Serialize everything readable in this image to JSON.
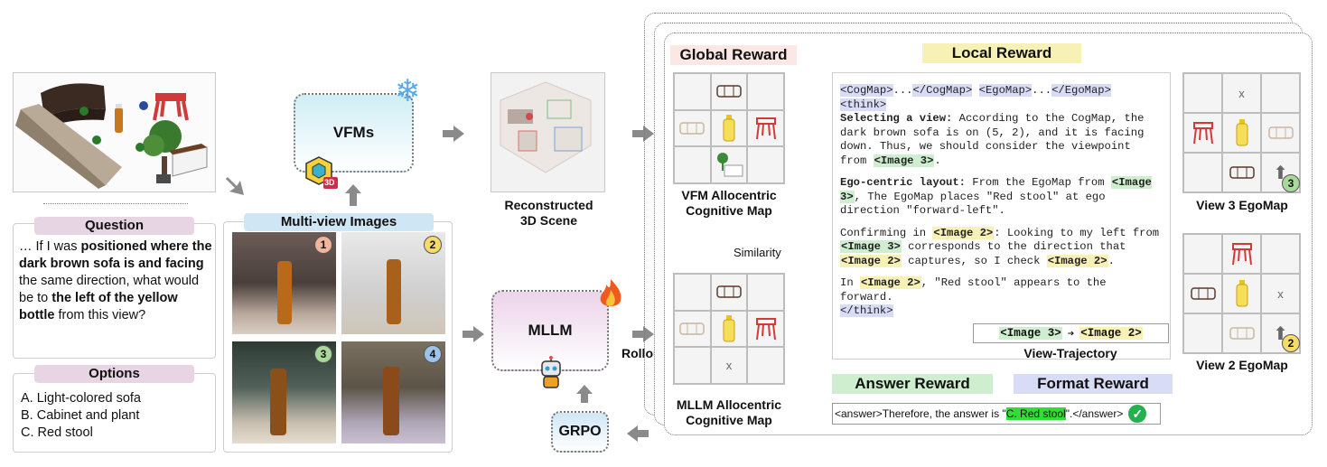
{
  "question": {
    "title": "Question",
    "prefix": "… If I was ",
    "b1": "positioned where the dark brown sofa is and facing",
    "mid": " the same direction, what would be to ",
    "b2": "the left of the yellow bottle",
    "suffix": " from this view?"
  },
  "options": {
    "title": "Options",
    "items": [
      "A. Light-colored sofa",
      "B. Cabinet and plant",
      "C. Red stool"
    ]
  },
  "multiview": {
    "title": "Multi-view Images",
    "badges": [
      "1",
      "2",
      "3",
      "4"
    ]
  },
  "vfms": {
    "label": "VFMs",
    "badge_3d": "3D"
  },
  "mllm": {
    "label": "MLLM"
  },
  "grpo": {
    "label": "GRPO"
  },
  "scene": {
    "caption_line1": "Reconstructed",
    "caption_line2": "3D Scene"
  },
  "rollout": "Rollout",
  "global_reward": {
    "title": "Global Reward",
    "vfm_map_line1": "VFM Allocentric",
    "vfm_map_line2": "Cognitive Map",
    "similarity": "Similarity",
    "mllm_map_line1": "MLLM Allocentric",
    "mllm_map_line2": "Cognitive Map",
    "x_mark": "x"
  },
  "local_reward": {
    "title": "Local Reward",
    "tags_line": {
      "t1": "<CogMap>",
      "d1": "...",
      "t2": "</CogMap>",
      "t3": "<EgoMap>",
      "d2": "...",
      "t4": "</EgoMap>",
      "t5": "<think>"
    },
    "p1": {
      "label": "Selecting a view:",
      "text": " According to the CogMap, the dark brown sofa is on (5, 2), and it is facing down. Thus, we should consider the viewpoint from ",
      "img": "<Image 3>",
      "end": "."
    },
    "p2": {
      "label": "Ego-centric layout:",
      "text1": " From the EgoMap from ",
      "img": "<Image 3>",
      "text2": ", The EgoMap places \"Red stool\" at ego direction \"forward-left\"."
    },
    "p3": {
      "t1": "Confirming in ",
      "img2a": "<Image 2>",
      "t2": ": Looking to my left from ",
      "img3": "<Image 3>",
      "t3": " corresponds to the direction that ",
      "img2b": "<Image 2>",
      "t4": " captures, so I check ",
      "img2c": "<Image 2>",
      "t5": "."
    },
    "p4": {
      "t1": "In ",
      "img": "<Image 2>",
      "t2": ", \"Red stool\" appears to the forward."
    },
    "think_close": "</think>",
    "trajectory": {
      "from": "<Image  3>",
      "arrow": "➔",
      "to": "<Image  2>",
      "caption": "View-Trajectory"
    }
  },
  "answer_reward": "Answer Reward",
  "format_reward": "Format Reward",
  "answer_line": {
    "pre": "<answer>Therefore,  the answer is \"",
    "hl": "C. Red stool",
    "post": "\".</answer>"
  },
  "ego_view3": {
    "caption": "View 3 EgoMap",
    "badge": "3",
    "x_mark": "x"
  },
  "ego_view2": {
    "caption": "View 2 EgoMap",
    "badge": "2",
    "x_mark": "x"
  },
  "colors": {
    "green": "#cfeecf",
    "yellow": "#f8f1b6",
    "purple": "#d9dcf6",
    "pink": "#e8d5e3",
    "blue_pill": "#cfe6f5",
    "red_obj": "#d23a3a",
    "yellow_obj": "#e9c41a"
  }
}
